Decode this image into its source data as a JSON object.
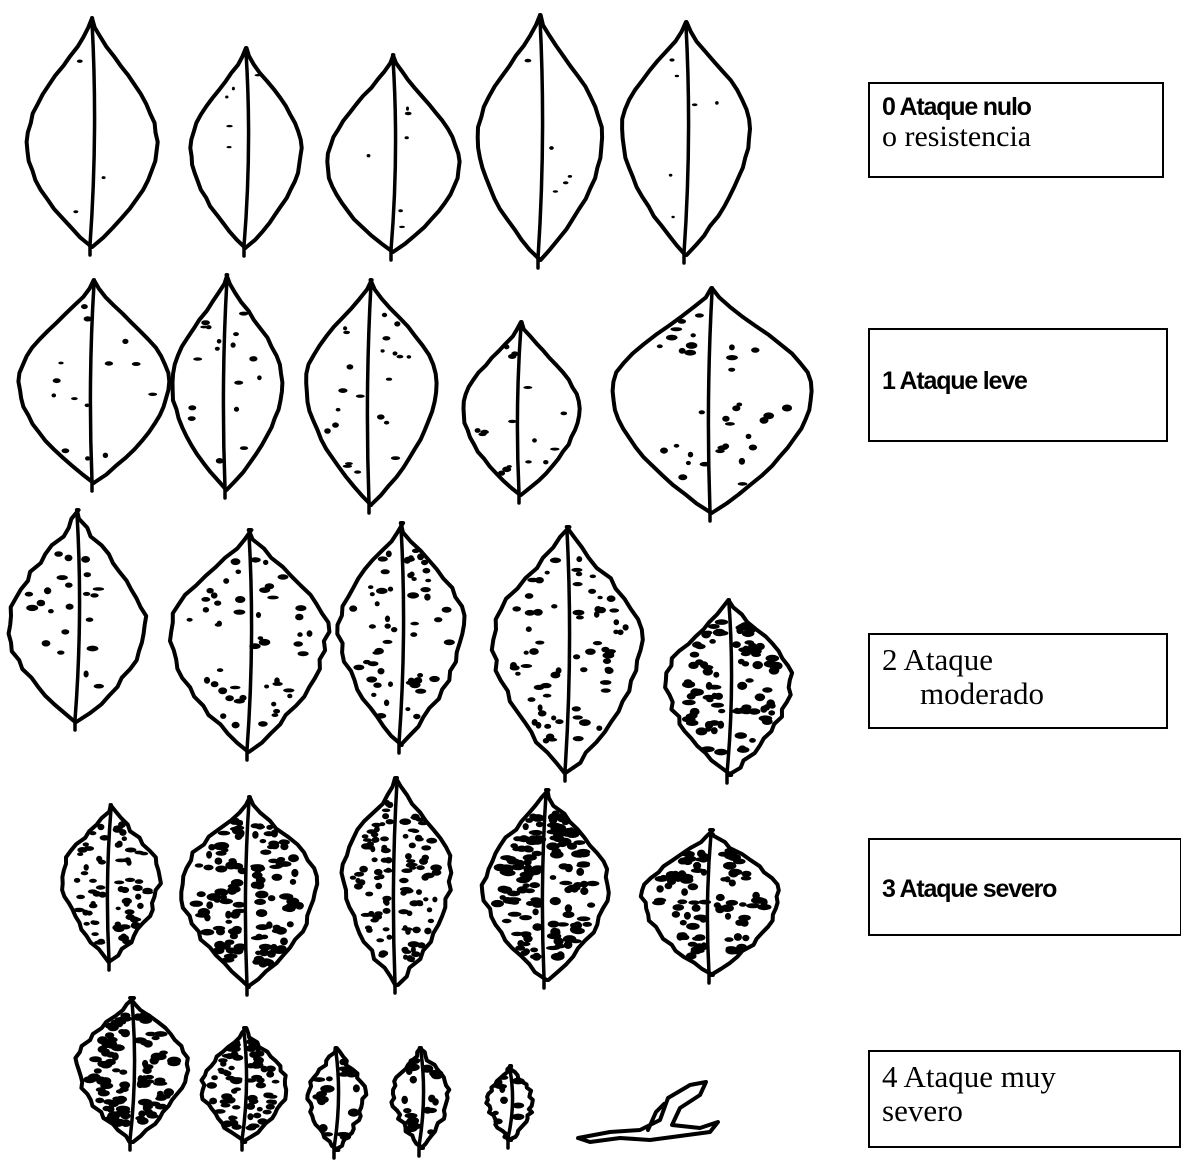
{
  "severity_scale": [
    {
      "grade": "0",
      "label_lines": [
        "0 Ataque nulo",
        "o resistencia"
      ]
    },
    {
      "grade": "1",
      "label_lines": [
        "1 Ataque leve"
      ]
    },
    {
      "grade": "2",
      "label_lines": [
        "2 Ataque",
        "moderado"
      ]
    },
    {
      "grade": "3",
      "label_lines": [
        "3 Ataque severo"
      ]
    },
    {
      "grade": "4",
      "label_lines": [
        "4 Ataque muy",
        "severo"
      ]
    }
  ],
  "colors": {
    "ink": "#000000",
    "background": "#ffffff"
  }
}
